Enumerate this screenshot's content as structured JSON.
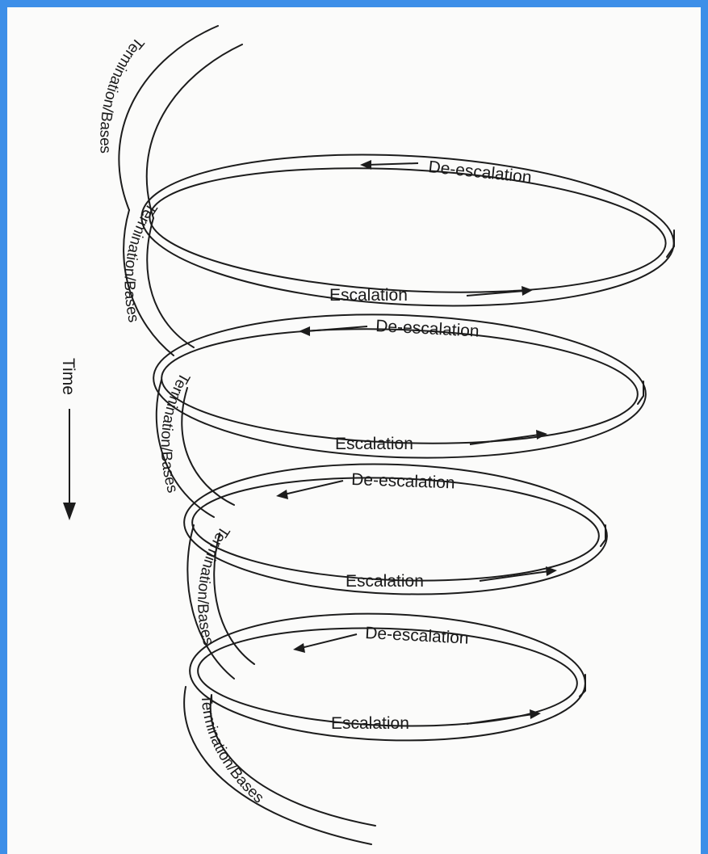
{
  "diagram": {
    "time_label": "Time",
    "side_label": "Termination/Bases",
    "deescalation_label": "De-escalation",
    "escalation_label": "Escalation",
    "colors": {
      "frame": "#3d8fe8",
      "ink": "#1c1c1c",
      "paper": "#fbfbfa"
    }
  }
}
